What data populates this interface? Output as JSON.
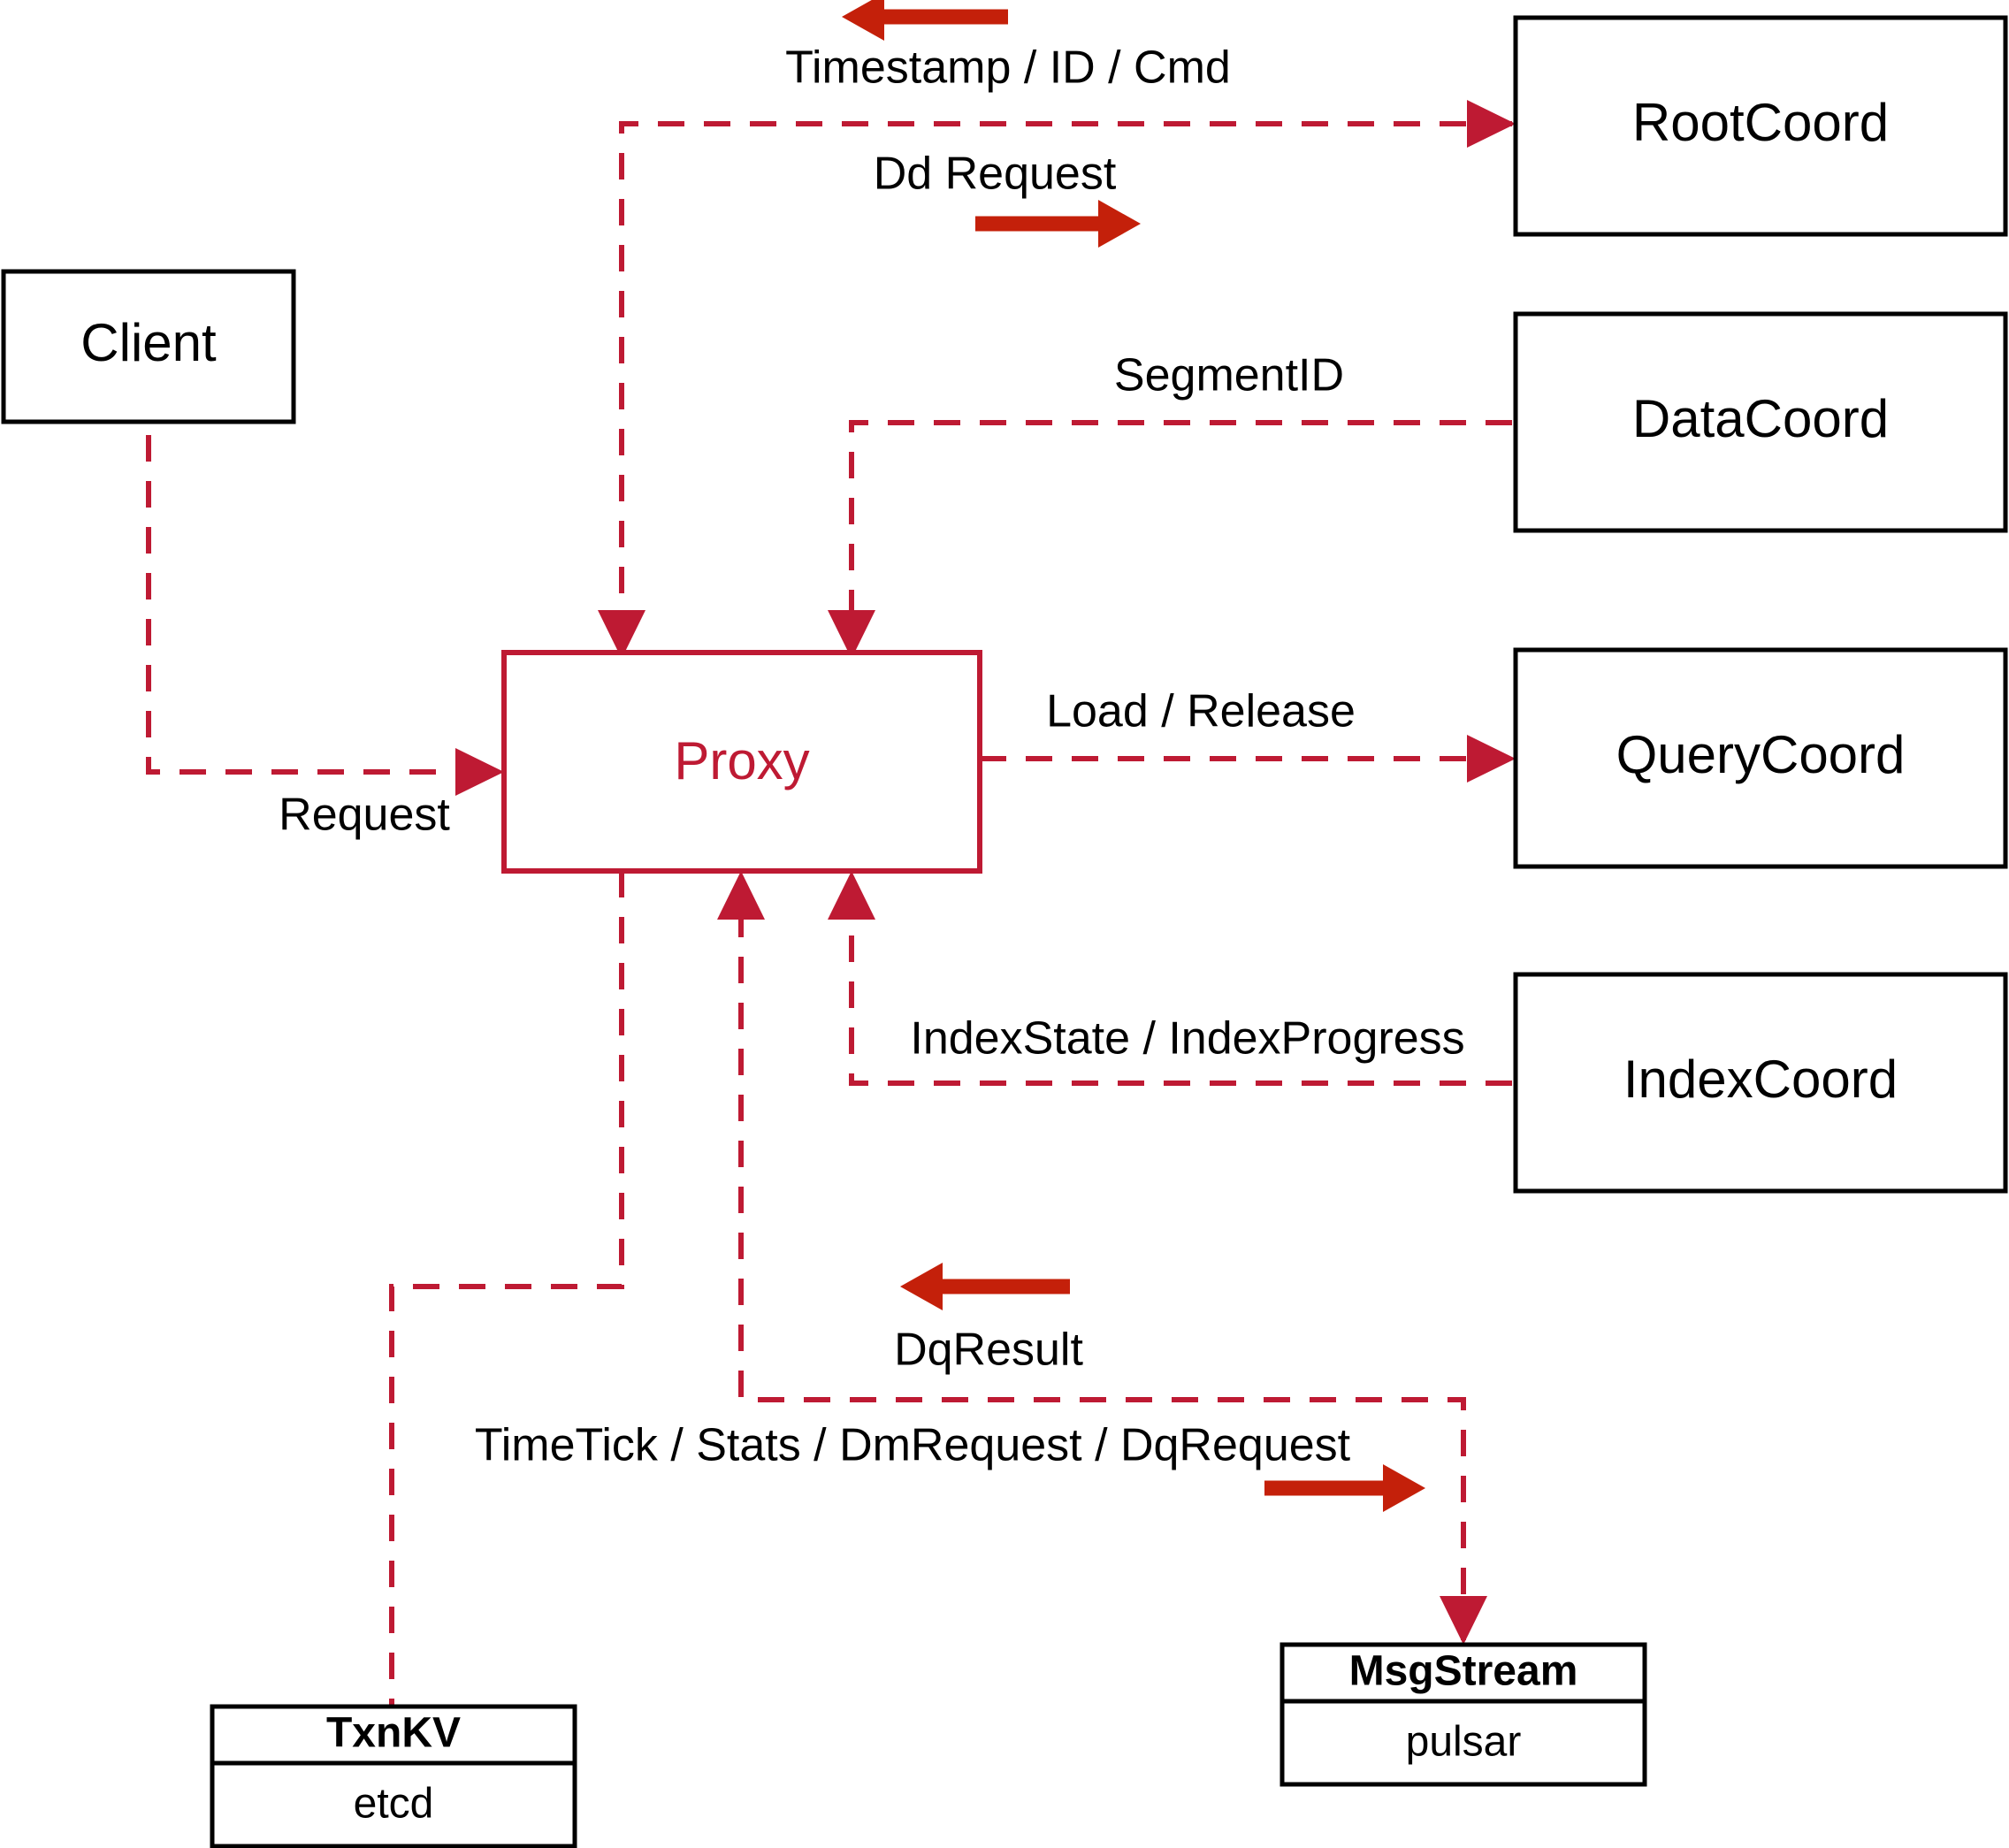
{
  "diagram": {
    "title": "Milvus Proxy interaction diagram",
    "colors": {
      "accent": "#BE1A33",
      "arrow": "#C4200A",
      "node_stroke": "#000000",
      "background": "#ffffff"
    },
    "nodes": {
      "client": {
        "label": "Client"
      },
      "proxy": {
        "label": "Proxy"
      },
      "rootcoord": {
        "label": "RootCoord"
      },
      "datacoord": {
        "label": "DataCoord"
      },
      "querycoord": {
        "label": "QueryCoord"
      },
      "indexcoord": {
        "label": "IndexCoord"
      },
      "txnkv": {
        "title": "TxnKV",
        "impl": "etcd"
      },
      "msgstream": {
        "title": "MsgStream",
        "impl": "pulsar"
      }
    },
    "edges": [
      {
        "id": "timestamp-id-cmd",
        "label": "Timestamp / ID / Cmd",
        "from": "rootcoord",
        "to": "proxy",
        "direction": "left"
      },
      {
        "id": "dd-request",
        "label": "Dd Request",
        "from": "proxy",
        "to": "rootcoord",
        "direction": "right"
      },
      {
        "id": "segment-id",
        "label": "SegmentID",
        "from": "datacoord",
        "to": "proxy",
        "direction": "left"
      },
      {
        "id": "request",
        "label": "Request",
        "from": "client",
        "to": "proxy",
        "direction": "right"
      },
      {
        "id": "load-release",
        "label": "Load / Release",
        "from": "proxy",
        "to": "querycoord",
        "direction": "right"
      },
      {
        "id": "index-state-progress",
        "label": "IndexState / IndexProgress",
        "from": "indexcoord",
        "to": "proxy",
        "direction": "left"
      },
      {
        "id": "dq-result",
        "label": "DqResult",
        "from": "msgstream",
        "to": "proxy",
        "direction": "left"
      },
      {
        "id": "timetick-stats-dm-dq",
        "label": "TimeTick / Stats / DmRequest / DqRequest",
        "from": "proxy",
        "to": "msgstream",
        "direction": "right"
      },
      {
        "id": "txnkv-link",
        "label": "",
        "from": "proxy",
        "to": "txnkv",
        "direction": "none"
      }
    ]
  }
}
